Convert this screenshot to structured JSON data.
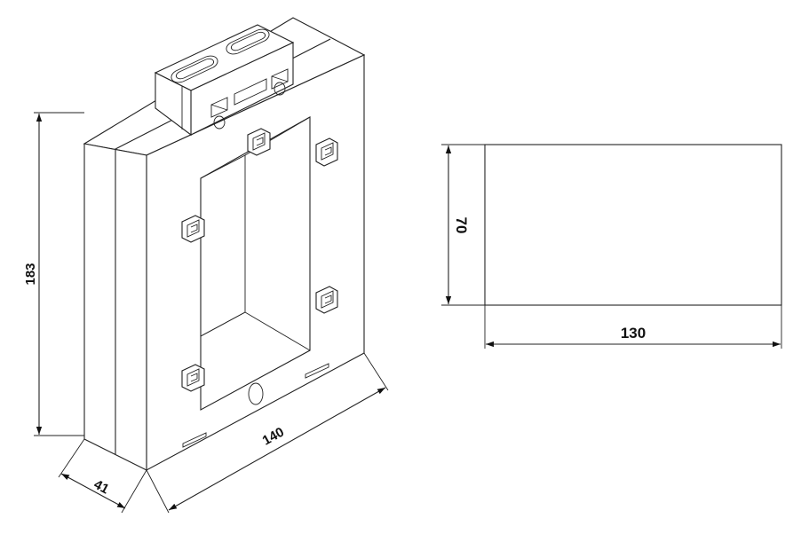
{
  "dimensions": {
    "height": "183",
    "depth": "41",
    "width": "140",
    "window_height": "70",
    "window_width": "130"
  },
  "colors": {
    "line": "#222222",
    "background": "#ffffff"
  }
}
